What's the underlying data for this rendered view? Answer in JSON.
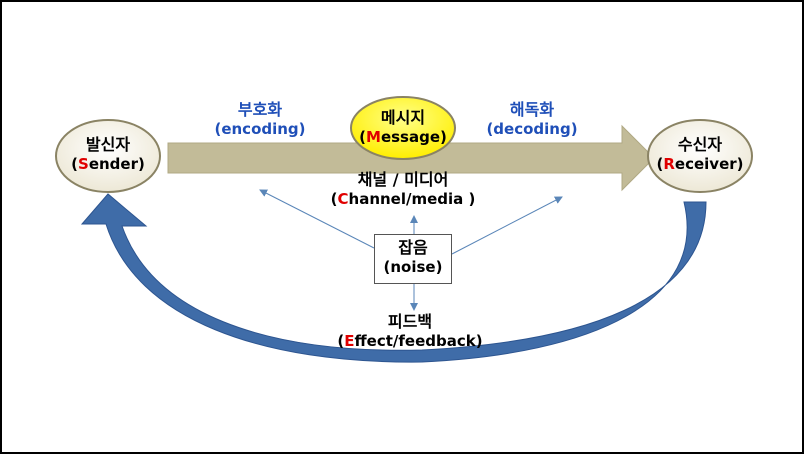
{
  "colors": {
    "node_fill": "#ede8d6",
    "node_border": "#8a8364",
    "message_fill": "#ffee00",
    "main_arrow": "#c2bb98",
    "feedback_arrow": "#3f6ca8",
    "thin_arrow": "#5a86b8",
    "highlight_letter": "#e00000",
    "step_text": "#1f4fb8"
  },
  "sender": {
    "ko": "발신자",
    "en_open": "(",
    "en_initial": "S",
    "en_rest": "ender)"
  },
  "receiver": {
    "ko": "수신자",
    "en_open": "(",
    "en_initial": "R",
    "en_rest": "eceiver)"
  },
  "message": {
    "ko": "메시지",
    "en_open": "(",
    "en_initial": "M",
    "en_rest": "essage)"
  },
  "encoding": {
    "ko": "부호화",
    "en": "(encoding)"
  },
  "decoding": {
    "ko": "해독화",
    "en": "(decoding)"
  },
  "channel": {
    "ko": "채널 / 미디어",
    "en_open": "(",
    "en_initial": "C",
    "en_rest": "hannel/media )"
  },
  "noise": {
    "ko": "잡음",
    "en": "(noise)"
  },
  "feedback": {
    "ko": "피드백",
    "en_open": "(",
    "en_initial": "E",
    "en_rest": "ffect/feedback)"
  }
}
